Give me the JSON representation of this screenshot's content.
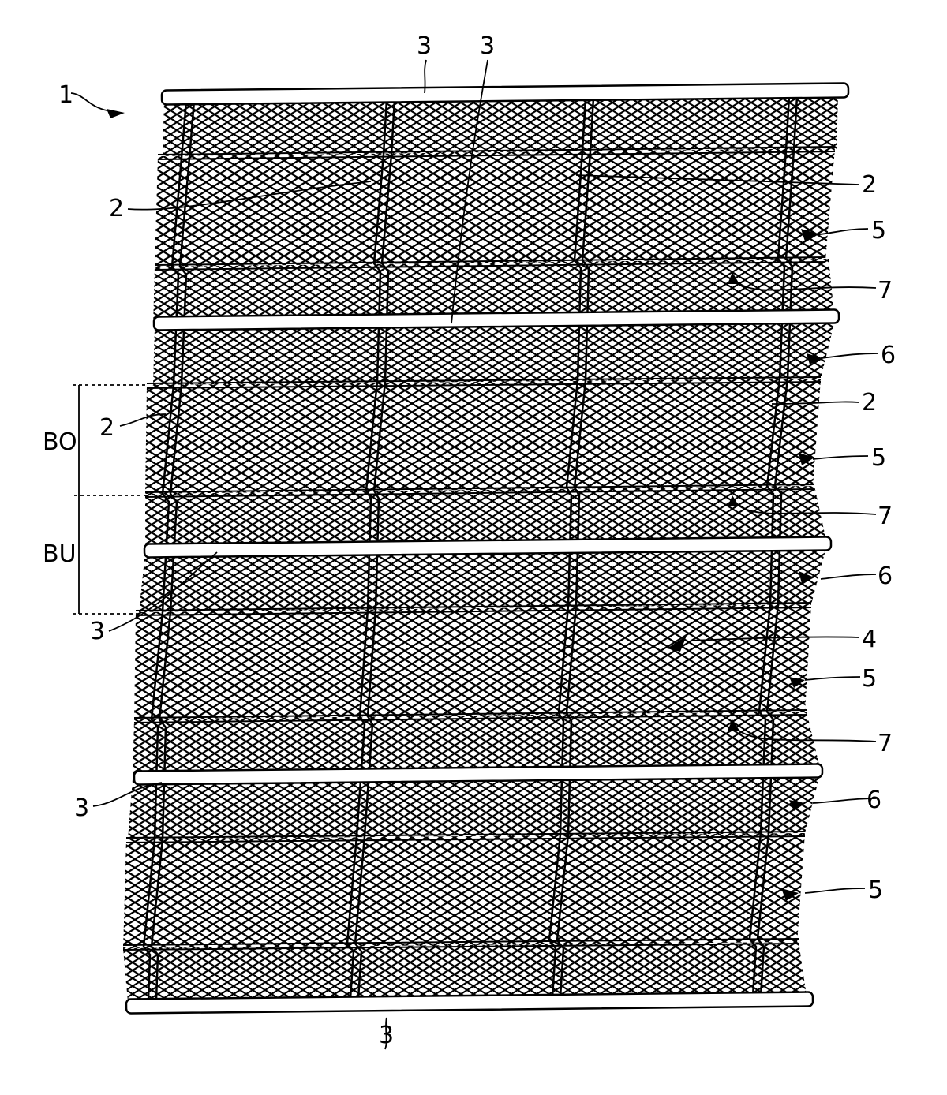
{
  "figure": {
    "reference_numeral_overall": "1",
    "labels": {
      "top_rod_a": "3",
      "top_rod_b": "3",
      "bottom_rod": "3",
      "left_rod_1": "3",
      "left_rod_2": "3",
      "vertical_a": "2",
      "vertical_b": "2",
      "vertical_c": "2",
      "vertical_d": "2",
      "zone5_a": "5",
      "zone5_b": "5",
      "zone5_c": "5",
      "zone5_d": "5",
      "zone6_a": "6",
      "zone6_b": "6",
      "zone6_c": "6",
      "zone7_a": "7",
      "zone7_b": "7",
      "zone7_c": "7",
      "mesh_4": "4"
    },
    "dimensions": {
      "upper": "BO",
      "lower": "BU"
    },
    "colors": {
      "ink": "#000000",
      "paper": "#ffffff"
    }
  }
}
